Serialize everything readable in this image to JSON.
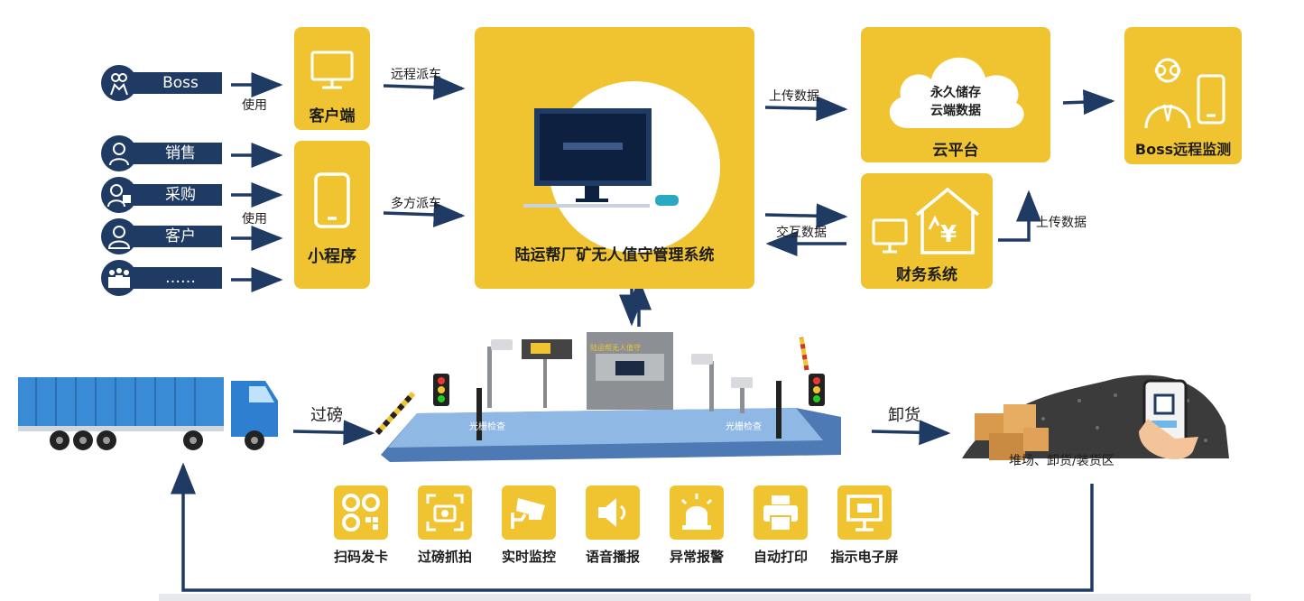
{
  "roles": [
    {
      "label": "Boss",
      "icon": "boss-icon"
    },
    {
      "label": "销售",
      "icon": "sales-person-icon"
    },
    {
      "label": "采购",
      "icon": "purchase-person-icon"
    },
    {
      "label": "客户",
      "icon": "customer-person-icon"
    },
    {
      "label": "……",
      "icon": "group-people-icon"
    }
  ],
  "use_label_top": "使用",
  "use_label_bottom": "使用",
  "client": {
    "title": "客户端"
  },
  "mini_program": {
    "title": "小程序"
  },
  "remote_dispatch": "远程派车",
  "multi_dispatch": "多方派车",
  "main_system": {
    "title": "陆运帮厂矿无人值守管理系统"
  },
  "upload_data": "上传数据",
  "exchange_data": "交互数据",
  "cloud": {
    "line1": "永久储存",
    "line2": "云端数据",
    "title": "云平台"
  },
  "finance": {
    "title": "财务系统"
  },
  "finance_upload": "上传数据",
  "boss_monitor": {
    "title": "Boss远程监测"
  },
  "weigh_label": "过磅",
  "unload_label": "卸货",
  "kiosk_label": "陆运帮无人值守",
  "grating_left": "光栅检查",
  "grating_right": "光栅检查",
  "yard_label": "堆场、卸货/装货区",
  "features": [
    {
      "label": "扫码发卡",
      "icon": "qr-code-icon"
    },
    {
      "label": "过磅抓拍",
      "icon": "camera-capture-icon"
    },
    {
      "label": "实时监控",
      "icon": "cctv-camera-icon"
    },
    {
      "label": "语音播报",
      "icon": "speaker-icon"
    },
    {
      "label": "异常报警",
      "icon": "alarm-light-icon"
    },
    {
      "label": "自动打印",
      "icon": "printer-icon"
    },
    {
      "label": "指示电子屏",
      "icon": "display-screen-icon"
    }
  ],
  "colors": {
    "accent": "#f0c430",
    "navy": "#1f3a63"
  }
}
